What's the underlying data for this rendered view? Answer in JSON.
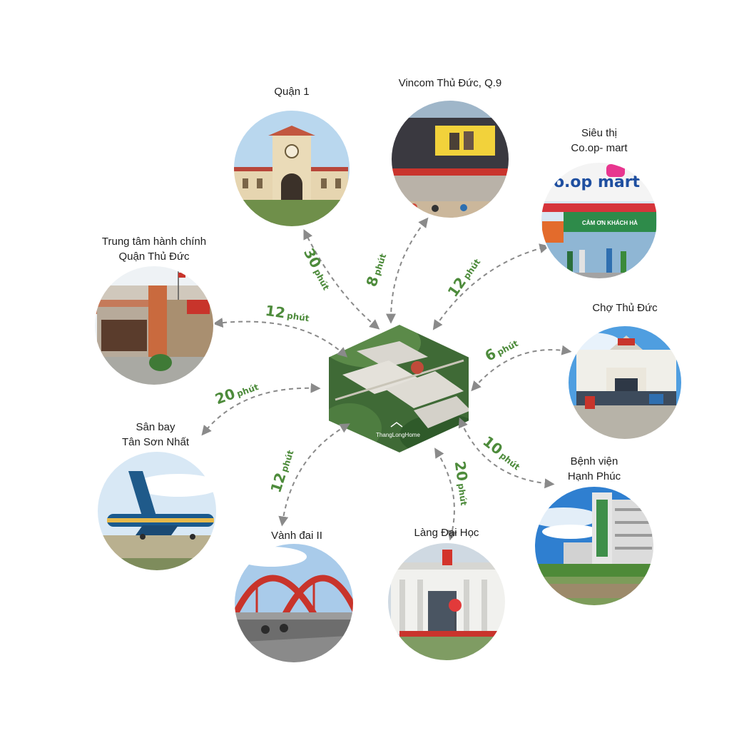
{
  "project": {
    "logo_text": "ThangLongHome"
  },
  "destinations": [
    {
      "key": "quan1",
      "label_lines": [
        "Quận 1"
      ],
      "time_value": "30",
      "time_unit": "phút"
    },
    {
      "key": "vincom",
      "label_lines": [
        "Vincom Thủ Đức, Q.9"
      ],
      "time_value": "8",
      "time_unit": "phút"
    },
    {
      "key": "coopmart",
      "label_lines": [
        "Siêu thị",
        "Co.op- mart"
      ],
      "time_value": "12",
      "time_unit": "phút",
      "sign_text": "co.op mart",
      "banner_text": "CẢM ƠN KHÁCH HÀ"
    },
    {
      "key": "cho-thu-duc",
      "label_lines": [
        "Chợ Thủ Đức"
      ],
      "time_value": "6",
      "time_unit": "phút"
    },
    {
      "key": "benh-vien",
      "label_lines": [
        "Bệnh viện",
        "Hạnh Phúc"
      ],
      "time_value": "10",
      "time_unit": "phút"
    },
    {
      "key": "lang-dai-hoc",
      "label_lines": [
        "Làng Đại Học"
      ],
      "time_value": "20",
      "time_unit": "phút"
    },
    {
      "key": "vanh-dai",
      "label_lines": [
        "Vành đai II"
      ],
      "time_value": "12",
      "time_unit": "phút"
    },
    {
      "key": "san-bay",
      "label_lines": [
        "Sân bay",
        "Tân Sơn Nhất"
      ],
      "time_value": "20",
      "time_unit": "phút"
    },
    {
      "key": "trung-tam",
      "label_lines": [
        "Trung tâm hành chính",
        "Quận Thủ Đức"
      ],
      "time_value": "12",
      "time_unit": "phút"
    }
  ],
  "colors": {
    "time_text": "#4d8b3b",
    "arrow": "#8a8a8a",
    "caption": "#1e1e1e"
  }
}
